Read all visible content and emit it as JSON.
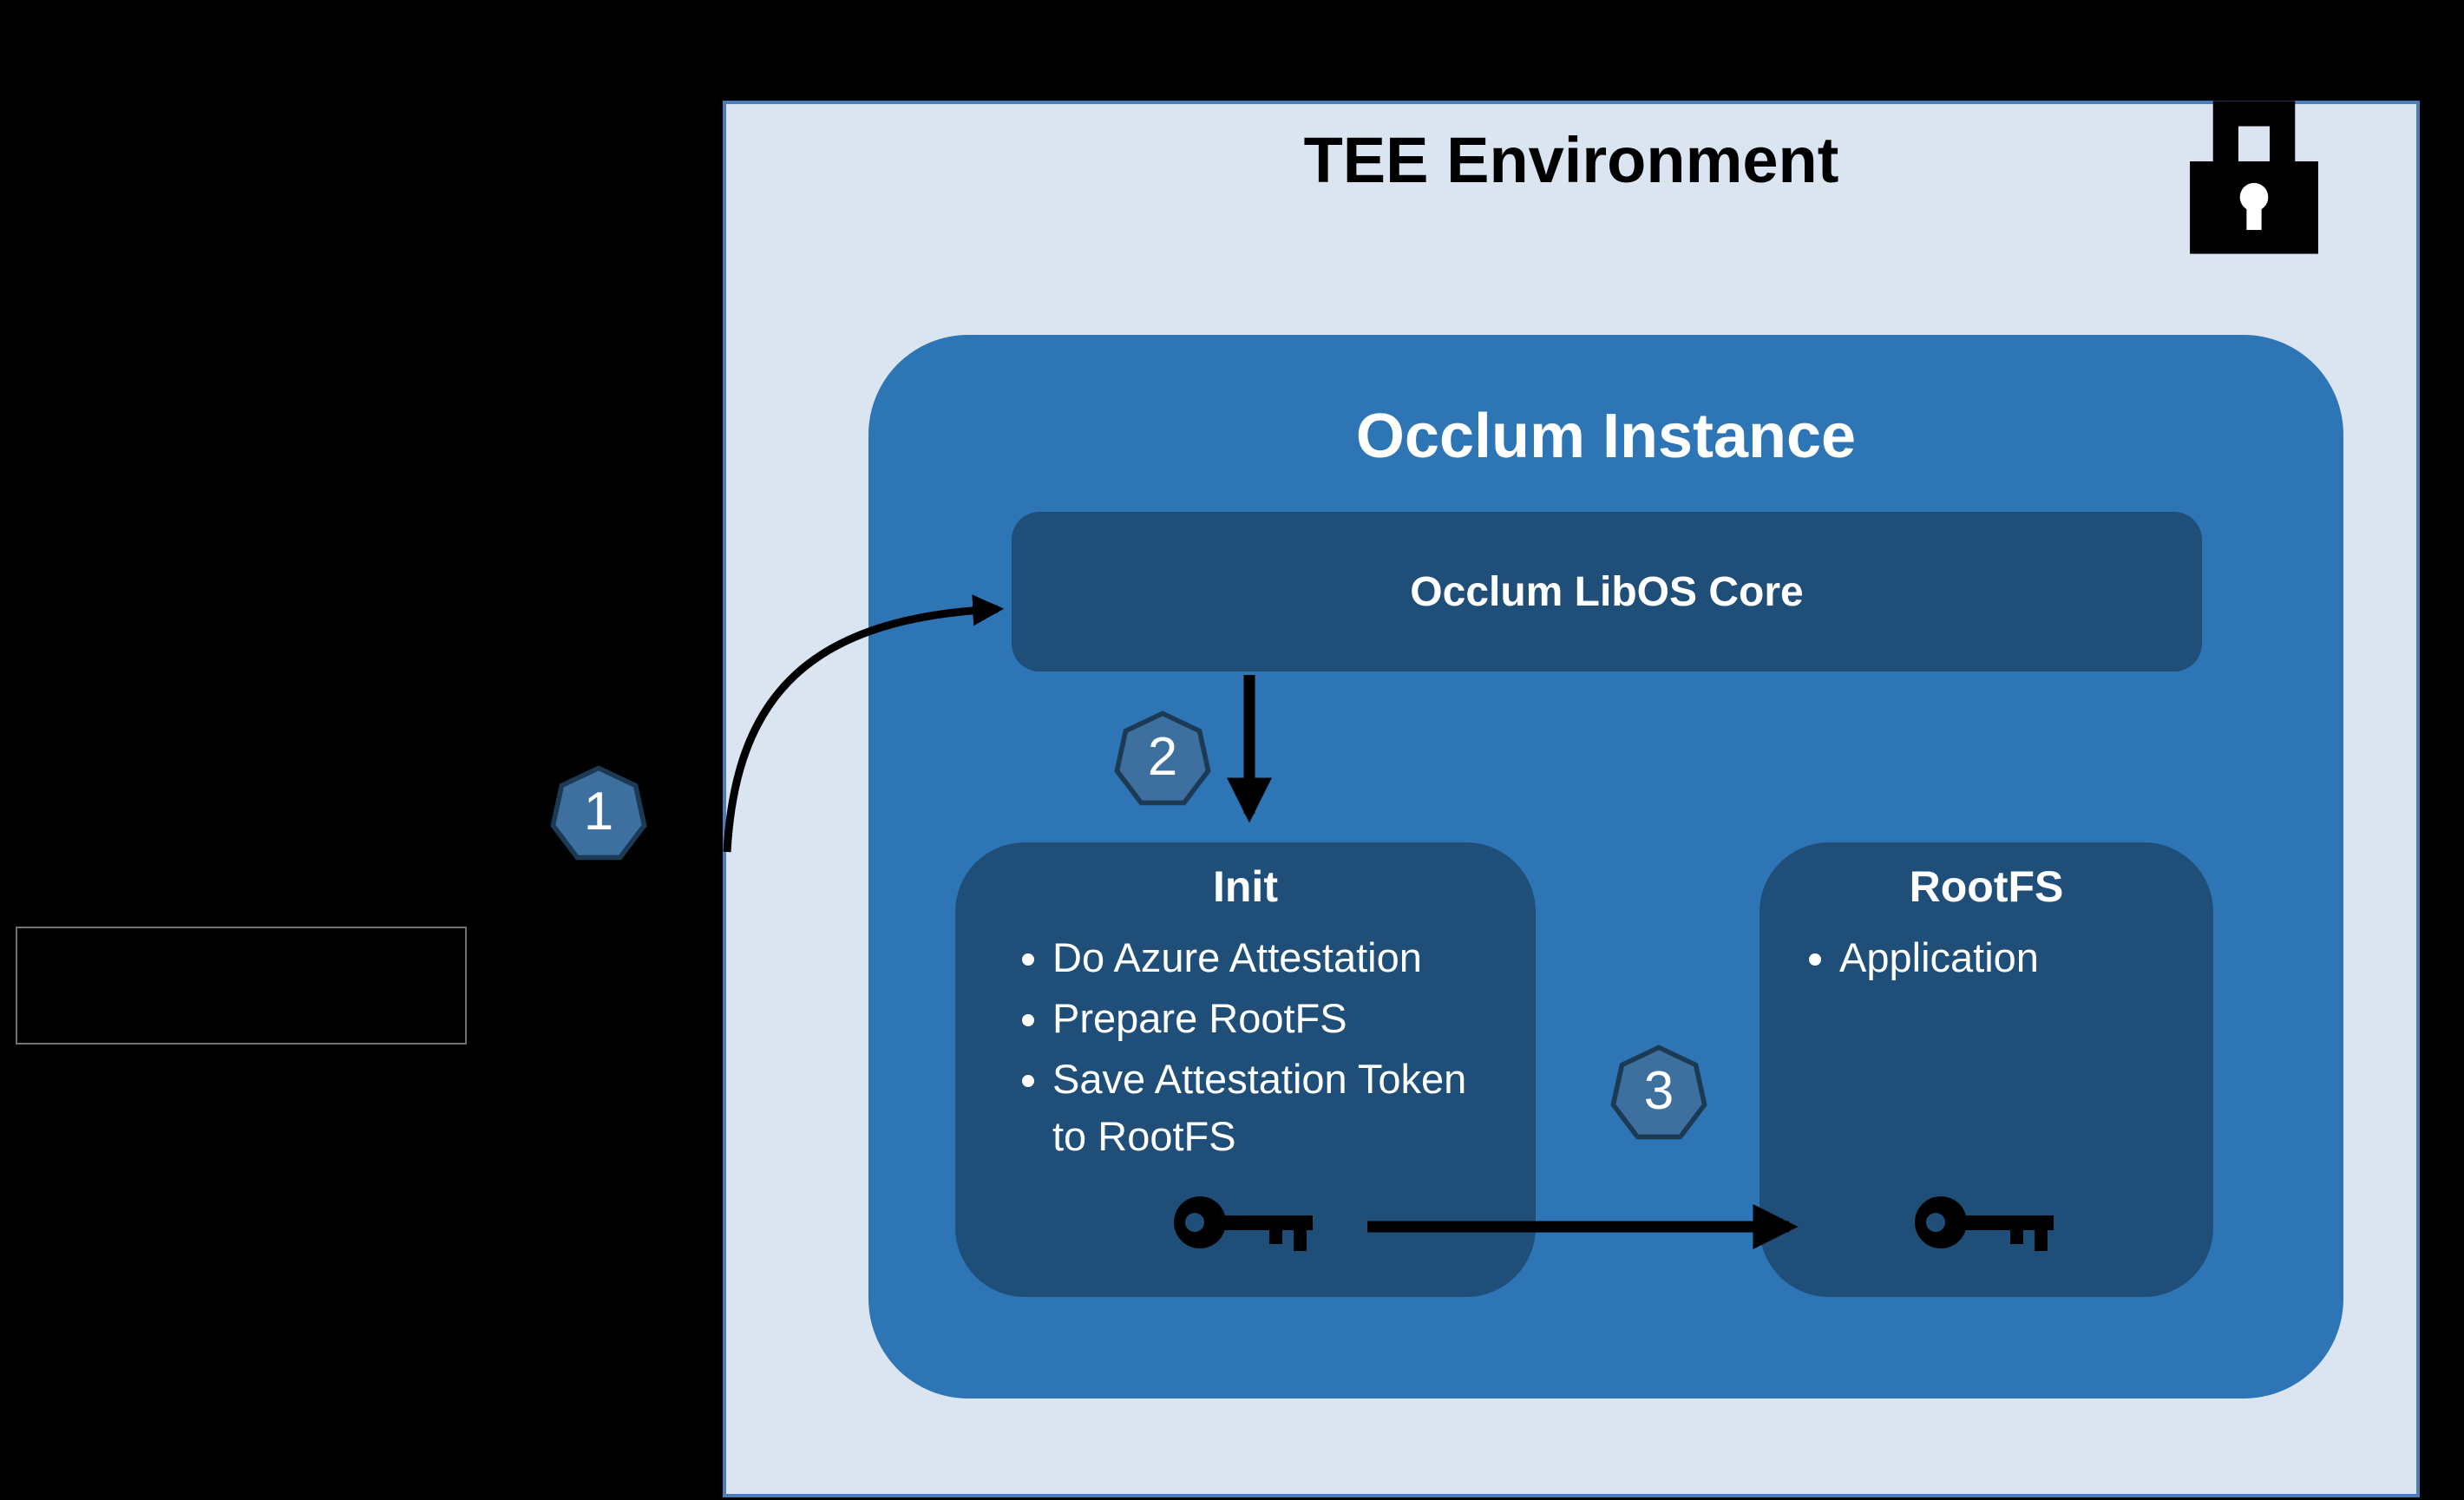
{
  "colors": {
    "page_background": "#000000",
    "tee_fill": "#dbe5f1",
    "tee_border": "#4a7ebb",
    "occlum_fill": "#2e75b6",
    "inner_box_fill": "#1f4e79",
    "badge_fill": "#3d6f9f",
    "badge_border": "#1c3a54",
    "arrow_color": "#000000",
    "title_text": "#000000",
    "light_text": "#ffffff"
  },
  "tee": {
    "title": "TEE Environment",
    "lock_icon": "padlock-icon"
  },
  "occlum": {
    "title": "Occlum Instance",
    "libos_label": "Occlum LibOS Core"
  },
  "init_box": {
    "title": "Init",
    "bullets": [
      "Do Azure Attestation",
      "Prepare RootFS",
      "Save Attestation Token to RootFS"
    ],
    "icon": "key-icon"
  },
  "rootfs_box": {
    "title": "RootFS",
    "bullets": [
      "Application"
    ],
    "icon": "key-icon"
  },
  "steps": [
    {
      "label": "1"
    },
    {
      "label": "2"
    },
    {
      "label": "3"
    }
  ],
  "left_outline_box": {
    "text": ""
  }
}
